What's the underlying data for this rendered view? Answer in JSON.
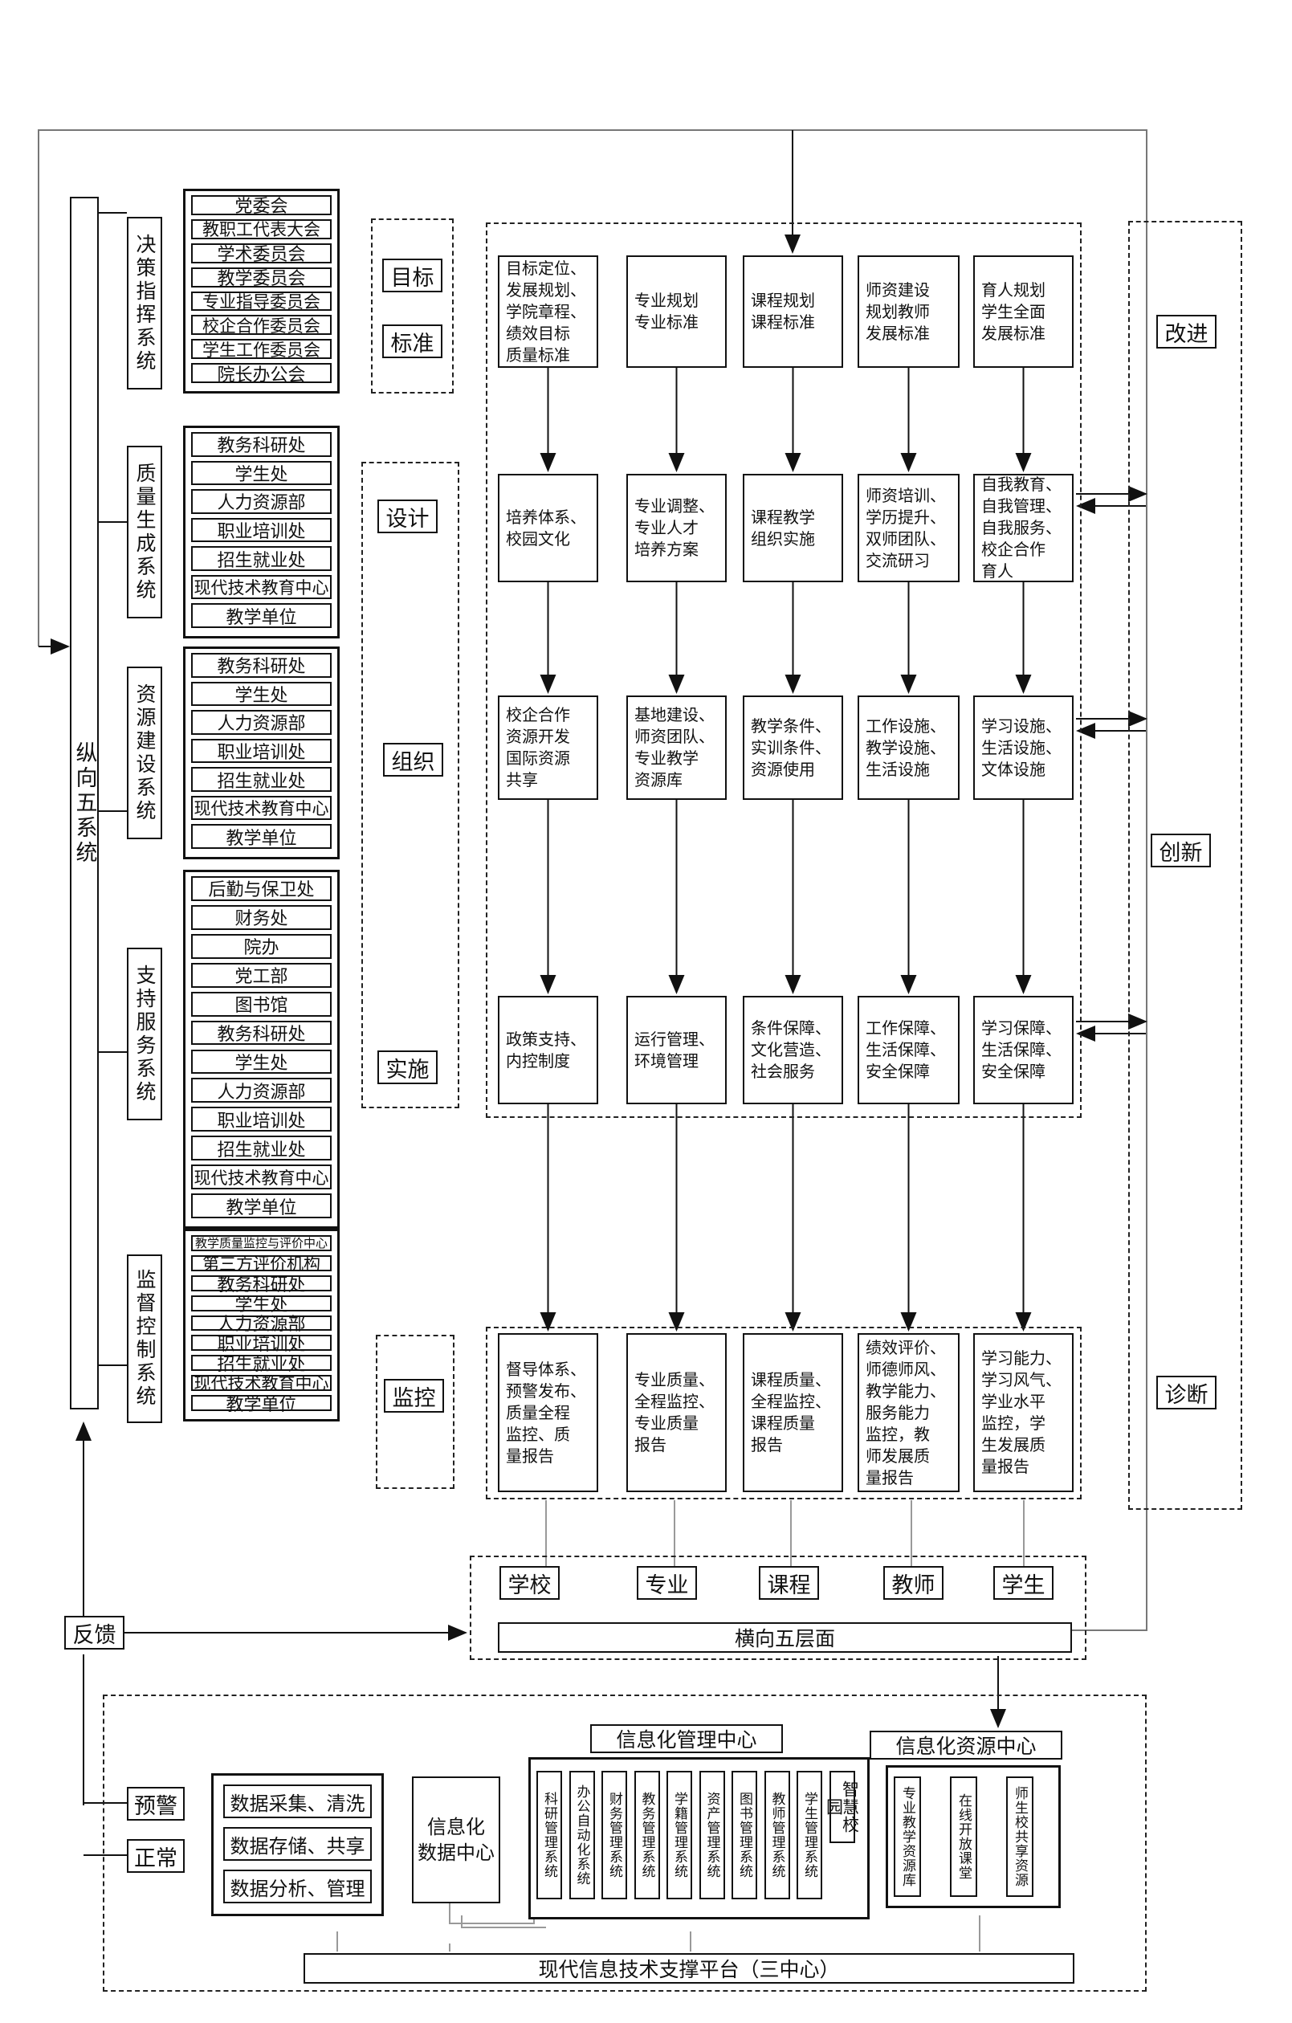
{
  "left": {
    "main": "纵向五系统",
    "feedback": "反馈",
    "warning": "预警",
    "normal": "正常"
  },
  "systems": [
    {
      "name": "决策指挥系统",
      "items": [
        "党委会",
        "教职工代表大会",
        "学术委员会",
        "教学委员会",
        "专业指导委员会",
        "校企合作委员会",
        "学生工作委员会",
        "院长办公会"
      ]
    },
    {
      "name": "质量生成系统",
      "items": [
        "教务科研处",
        "学生处",
        "人力资源部",
        "职业培训处",
        "招生就业处",
        "现代技术教育中心",
        "教学单位"
      ]
    },
    {
      "name": "资源建设系统",
      "items": [
        "教务科研处",
        "学生处",
        "人力资源部",
        "职业培训处",
        "招生就业处",
        "现代技术教育中心",
        "教学单位"
      ]
    },
    {
      "name": "支持服务系统",
      "items": [
        "后勤与保卫处",
        "财务处",
        "院办",
        "党工部",
        "图书馆",
        "教务科研处",
        "学生处",
        "人力资源部",
        "职业培训处",
        "招生就业处",
        "现代技术教育中心",
        "教学单位"
      ]
    },
    {
      "name": "监督控制系统",
      "items": [
        "教学质量监控与评价中心",
        "第三方评价机构",
        "教务科研处",
        "学生处",
        "人力资源部",
        "职业培训处",
        "招生就业处",
        "现代技术教育中心",
        "教学单位"
      ]
    }
  ],
  "stages": {
    "target": "目标",
    "standard": "标准",
    "design": "设计",
    "organize": "组织",
    "implement": "实施",
    "monitor": "监控"
  },
  "grid": {
    "row1": [
      "目标定位、\n发展规划、\n学院章程、\n绩效目标\n质量标准",
      "专业规划\n专业标准",
      "课程规划\n课程标准",
      "师资建设\n规划教师\n发展标准",
      "育人规划\n学生全面\n发展标准"
    ],
    "row2": [
      "培养体系、\n校园文化",
      "专业调整、\n专业人才\n培养方案",
      "课程教学\n组织实施",
      "师资培训、\n学历提升、\n双师团队、\n交流研习",
      "自我教育、\n自我管理、\n自我服务、\n校企合作\n育人"
    ],
    "row3": [
      "校企合作\n资源开发\n国际资源\n共享",
      "基地建设、\n师资团队、\n专业教学\n资源库",
      "教学条件、\n实训条件、\n资源使用",
      "工作设施、\n教学设施、\n生活设施",
      "学习设施、\n生活设施、\n文体设施"
    ],
    "row4": [
      "政策支持、\n内控制度",
      "运行管理、\n环境管理",
      "条件保障、\n文化营造、\n社会服务",
      "工作保障、\n生活保障、\n安全保障",
      "学习保障、\n生活保障、\n安全保障"
    ],
    "row5": [
      "督导体系、\n预警发布、\n质量全程\n监控、质\n量报告",
      "专业质量、\n全程监控、\n专业质量\n报告",
      "课程质量、\n全程监控、\n课程质量\n报告",
      "绩效评价、\n师德师风、\n教学能力、\n服务能力\n监控，教\n师发展质\n量报告",
      "学习能力、\n学习风气、\n学业水平\n监控，学\n生发展质\n量报告"
    ]
  },
  "right": {
    "improve": "改进",
    "innovate": "创新",
    "diagnose": "诊断"
  },
  "layers": {
    "items": [
      "学校",
      "专业",
      "课程",
      "教师",
      "学生"
    ],
    "title": "横向五层面"
  },
  "bottom": {
    "mgmt_center": "信息化管理中心",
    "res_center": "信息化资源中心",
    "data_ops": [
      "数据采集、清洗",
      "数据存储、共享",
      "数据分析、管理"
    ],
    "data_center": "信息化\n数据中心",
    "mgmt_systems": [
      "科研管理系统",
      "办公自动化系统",
      "财务管理系统",
      "教务管理系统",
      "学籍管理系统",
      "资产管理系统",
      "图书管理系统",
      "教师管理系统",
      "学生管理系统",
      "智慧校园"
    ],
    "resources": [
      "专业教学资源库",
      "在线开放课堂",
      "师生校共享资源"
    ],
    "platform": "现代信息技术支撑平台（三中心）"
  }
}
